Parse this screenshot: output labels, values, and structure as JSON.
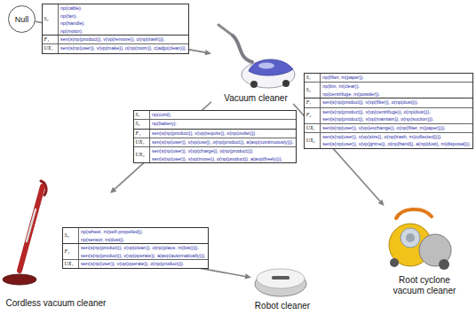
{
  "diagram": {
    "nodes": [
      {
        "text": [
          "Null"
        ]
      },
      {
        "text": [
          "S₂",
          "np(cable).",
          "np(fan).",
          "np(handle).",
          "np(motor).",
          "F₁",
          "sen(s(np(product)), v(vp(remove)), o(np(trash))).",
          "UX₁",
          "sen(s(np(user)), v(vp(make)), o(np(room)), c(adjp(clean)))."
        ]
      },
      {
        "text": [
          "Vacuum cleaner"
        ]
      },
      {
        "text": [
          "S₁",
          "np(cord).",
          "S₂",
          "np(battery).",
          "F₁",
          "sen(s(np(product)), v(vp(require)), o(np(outlet))).",
          "UX₁",
          "sen(s(np(user)), v(vp(use)), o(np(product)), a(avp(continuously))).",
          "UX₂",
          "sen(s(np(user)), v(vp(charge)), o(np(product))).",
          "sen(s(np(user)), v(vp(move)), o(np(product)), a(avp(freely)))."
        ]
      },
      {
        "text": [
          "S₁",
          "np(filter, m(paper)).",
          "S₂",
          "np(bin, m(clear)).",
          "np(centrifuge, m(powder)).",
          "F₁",
          "sen(s(np(product)), v(vp(filter)), o(np(dust))).",
          "F₂",
          "sen(s(np(product)), v(vp(centrifuge)), o(np(dust))).",
          "sen(s(np(product)), v(vp(maintain)), o(np(suction))).",
          "UX₁",
          "sen(s(np(user)), v(vp(exchange)), o(np(filter, m(paper)))).",
          "UX₂",
          "sen(s(np(user)), v(vp(size)), o(np(trash, m(collected)))).",
          "sen(s(np(user)), v(vp(grime)), o(np(hand)), a(np(dust), m(disposal)))."
        ]
      },
      {
        "text": [
          "Cordless vacuum cleaner"
        ]
      },
      {
        "text": [
          "S₃",
          "np(wheel, m(self-propelled)).",
          "np(sensor, m(dust)).",
          "F₂",
          "sen(s(np(product)), v(vp(clean)), o(np(place, m(low)))).",
          "sen(s(np(product)), v(vp(operate)), a(avp(automatically))).",
          "UX₁",
          "sen(s(np(user)), v(vp(operate)), o(np(product)))."
        ]
      },
      {
        "text": [
          "Robot cleaner"
        ]
      },
      {
        "text": [
          "Root cyclone vacuum cleaner"
        ]
      }
    ],
    "edges": [
      {
        "from": 0,
        "to": 2,
        "arrow": "to"
      },
      {
        "from": 2,
        "to": 5,
        "arrow": "to"
      },
      {
        "from": 2,
        "to": 8,
        "arrow": "to"
      },
      {
        "from": 5,
        "to": 7,
        "arrow": "to"
      }
    ]
  }
}
